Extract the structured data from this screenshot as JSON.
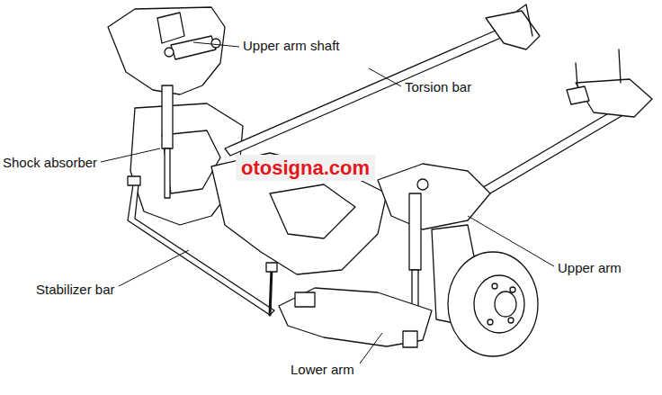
{
  "diagram": {
    "labels": [
      "Upper arm shaft",
      "Torsion bar",
      "Shock absorber",
      "Stabilizer bar",
      "Upper arm",
      "Lower arm",
      "otosigna.com"
    ]
  }
}
